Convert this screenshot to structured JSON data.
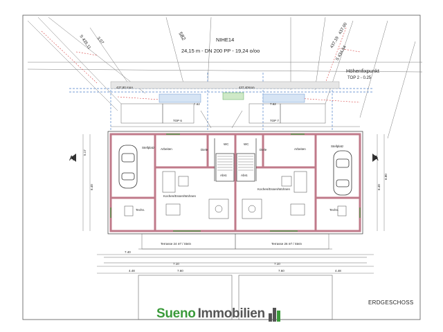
{
  "header": {
    "street": "NIHE14",
    "pipe": "24,15 m - DN 200 PP - 19,24 o/oo",
    "heightpoint_title": "Höhenfixpunkt",
    "heightpoint_value": "TOP 2 - 0.25",
    "boundary_left_top": "3.07",
    "boundary_left_bottom": "S 435,11",
    "boundary_mid": "582",
    "boundary_right_top": "437,00",
    "boundary_right_mid": "437,19",
    "boundary_right_bottom": "S 434,54",
    "level_left": "437,80 müA",
    "level_mid": "437,40müA"
  },
  "rooms_left": {
    "stellplatz": "Stellplatz",
    "arbeiten": "Arbeiten",
    "diele": "Diele",
    "wc": "WC",
    "abst": "Abst.",
    "kochen": "Kochen/Essen/Wohnen",
    "techn": "Techn.",
    "terrasse": "Terrasse 24 m² / Stein",
    "top": "TOP 6"
  },
  "rooms_right": {
    "stellplatz": "Stellplatz",
    "arbeiten": "Arbeiten",
    "diele": "Diele",
    "wc": "WC",
    "abst": "Abst.",
    "kochen": "Kochen/Essen/Wohnen",
    "techn": "Techn.",
    "terrasse": "Terrasse 26 m² / Stein",
    "top": "TOP 7"
  },
  "dimensions": {
    "a1": "7.40",
    "a2": "4.48",
    "a3": "7.10",
    "a4": "7.10",
    "a5": "4.48",
    "a6": "7.60",
    "a7": "7.60",
    "b1": "7.62",
    "b2": "7.62",
    "c1": "5.17",
    "c2": "6.40",
    "c3": "6.40",
    "c4": "6.80"
  },
  "markers": {
    "section_left": "A",
    "section_right": "A"
  },
  "footer": {
    "logo_sueno": "Sueno",
    "logo_immobilien": "Immobilien",
    "floor_label": "ERDGESCHOSS"
  },
  "colors": {
    "wall": "#c07a8a",
    "blue_line": "#4a7fc9",
    "red_line": "#d84040",
    "brand_green": "#3a9a3a",
    "brand_gray": "#555555"
  }
}
